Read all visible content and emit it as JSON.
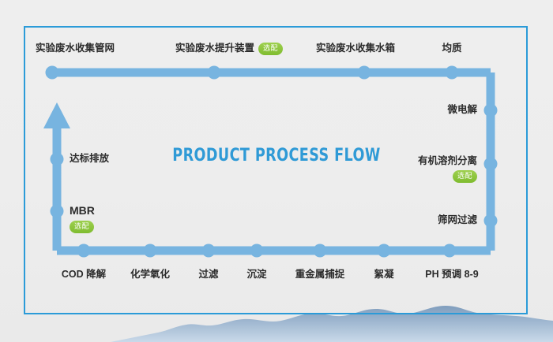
{
  "diagram": {
    "title": "PRODUCT PROCESS FLOW",
    "optional_badge_label": "选配",
    "colors": {
      "pipe": "#77b4e0",
      "frame": "#2b9bd8",
      "title": "#2f9ad6",
      "badge": "#8cc63e",
      "label_text": "#2b2b2b",
      "background": "#ededed",
      "mountain_top": "#7e9dbd",
      "mountain_bottom": "#cfdcea"
    },
    "nodes": {
      "top_row": [
        {
          "id": "node-collection-pipe-network",
          "label": "实验废水收集管网",
          "optional": false
        },
        {
          "id": "node-wastewater-lift-device",
          "label": "实验废水提升装置",
          "optional": true
        },
        {
          "id": "node-collection-tank",
          "label": "实验废水收集水箱",
          "optional": false
        },
        {
          "id": "node-homogenization",
          "label": "均质",
          "optional": false
        }
      ],
      "right_column": [
        {
          "id": "node-micro-electrolysis",
          "label": "微电解",
          "optional": false
        },
        {
          "id": "node-organic-solvent-separation",
          "label": "有机溶剂分离",
          "optional": true
        },
        {
          "id": "node-screen-filtration",
          "label": "筛网过滤",
          "optional": false
        }
      ],
      "bottom_row": [
        {
          "id": "node-ph-preadjust",
          "label": "PH 预调 8-9",
          "optional": false
        },
        {
          "id": "node-flocculation",
          "label": "絮凝",
          "optional": false
        },
        {
          "id": "node-heavy-metal-capture",
          "label": "重金属捕捉",
          "optional": false
        },
        {
          "id": "node-sedimentation",
          "label": "沉淀",
          "optional": false
        },
        {
          "id": "node-filtration",
          "label": "过滤",
          "optional": false
        },
        {
          "id": "node-chemical-oxidation",
          "label": "化学氧化",
          "optional": false
        },
        {
          "id": "node-cod-degradation",
          "label": "COD 降解",
          "optional": false
        }
      ],
      "left_column": [
        {
          "id": "node-mbr",
          "label": "MBR",
          "optional": true
        },
        {
          "id": "node-compliant-discharge",
          "label": "达标排放",
          "optional": false
        }
      ]
    }
  }
}
